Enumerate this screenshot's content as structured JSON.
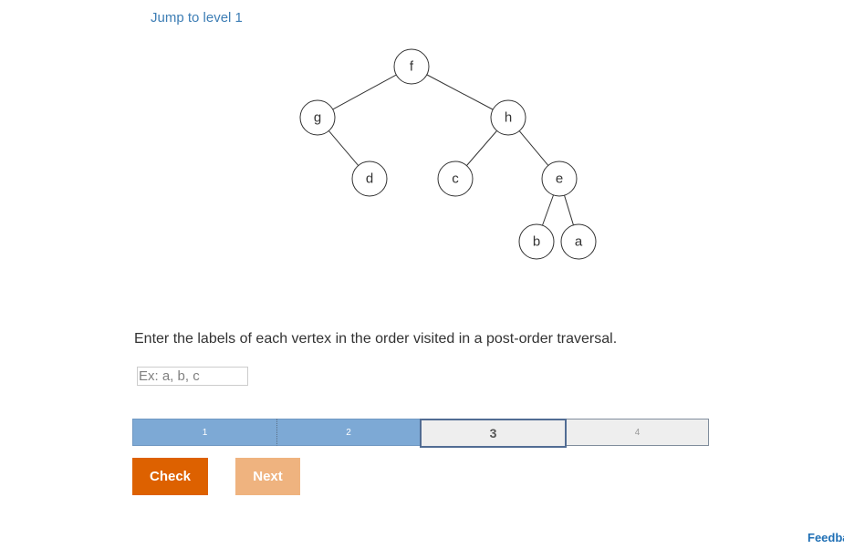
{
  "header": {
    "jump_link": "Jump to level 1"
  },
  "tree": {
    "nodes": [
      {
        "id": "f",
        "label": "f"
      },
      {
        "id": "g",
        "label": "g"
      },
      {
        "id": "h",
        "label": "h"
      },
      {
        "id": "d",
        "label": "d"
      },
      {
        "id": "c",
        "label": "c"
      },
      {
        "id": "e",
        "label": "e"
      },
      {
        "id": "b",
        "label": "b"
      },
      {
        "id": "a",
        "label": "a"
      }
    ],
    "edges": [
      [
        "f",
        "g"
      ],
      [
        "f",
        "h"
      ],
      [
        "g",
        "d"
      ],
      [
        "h",
        "c"
      ],
      [
        "h",
        "e"
      ],
      [
        "e",
        "b"
      ],
      [
        "e",
        "a"
      ]
    ]
  },
  "question": {
    "prompt": "Enter the labels of each vertex in the order visited in a post-order traversal.",
    "input_value": "",
    "input_placeholder": "Ex: a, b, c"
  },
  "progress": {
    "levels": [
      {
        "label": "1",
        "status": "complete"
      },
      {
        "label": "2",
        "status": "complete"
      },
      {
        "label": "3",
        "status": "current"
      },
      {
        "label": "4",
        "status": "locked"
      }
    ]
  },
  "buttons": {
    "check": "Check",
    "next": "Next"
  },
  "footer": {
    "feedback": "Feedba"
  },
  "colors": {
    "link": "#3e7eb5",
    "check_button": "#dd6100",
    "next_button": "#efb37f",
    "progress_complete": "#7da9d5",
    "progress_current_border": "#516c93"
  }
}
